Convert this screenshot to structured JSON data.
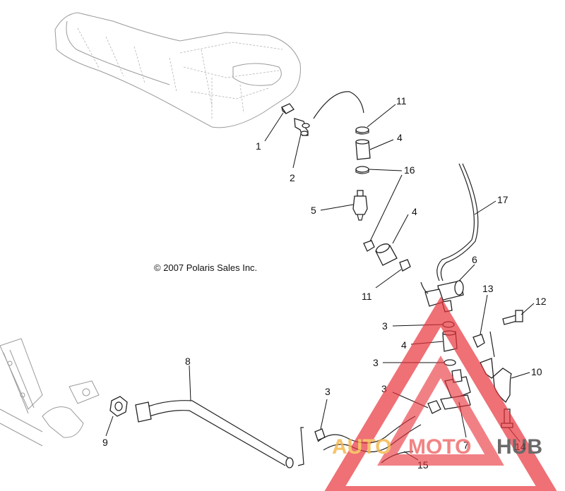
{
  "copyright": "© 2007 Polaris Sales Inc.",
  "callouts": [
    "1",
    "2",
    "11",
    "4",
    "16",
    "5",
    "4",
    "17",
    "6",
    "11",
    "13",
    "12",
    "3",
    "4",
    "3",
    "3",
    "10",
    "8",
    "3",
    "9",
    "7",
    "14",
    "15"
  ],
  "watermark": {
    "auto": "AUTO",
    "moto": "MOTO",
    "hub": "HUB"
  },
  "colors": {
    "triangle": "#e8323a",
    "watermark_auto": "#f3b64a",
    "watermark_moto": "#ef6a6a",
    "watermark_hub": "#4a4a4a",
    "line": "#222222"
  }
}
